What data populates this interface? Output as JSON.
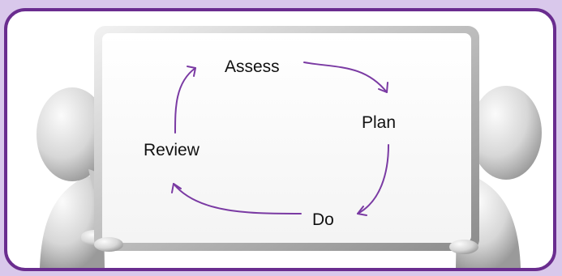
{
  "diagram": {
    "steps": {
      "assess": "Assess",
      "plan": "Plan",
      "do": "Do",
      "review": "Review"
    },
    "colors": {
      "arrow": "#7a3aa3",
      "border": "#6a2d8f",
      "background": "#d9c8eb"
    }
  }
}
